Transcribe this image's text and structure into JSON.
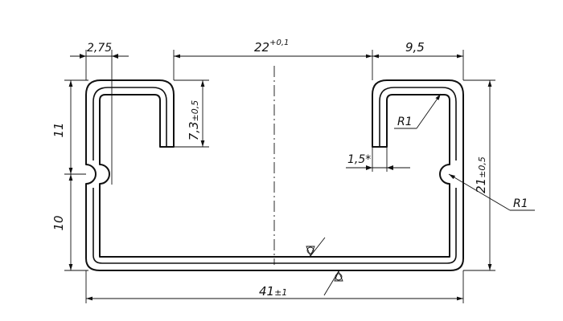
{
  "drawing": {
    "dimensions": {
      "top_left_width": "2,75",
      "opening_width": "22",
      "opening_tolerance": "+0,1",
      "top_right_width": "9,5",
      "left_upper_height": "11",
      "left_lower_height": "10",
      "lip_height_value": "7,3",
      "lip_height_tolerance": "±0,5",
      "right_height_value": "21",
      "right_height_tolerance": "±0,5",
      "slot_width": "1,5*",
      "inner_radius": "R1",
      "notch_radius": "R1",
      "overall_width_value": "41",
      "overall_width_tolerance": "±1"
    }
  }
}
